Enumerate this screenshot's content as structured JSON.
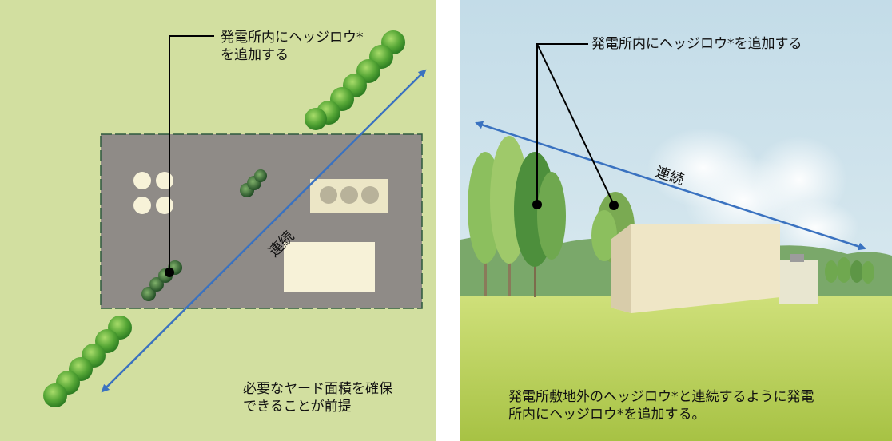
{
  "left_panel": {
    "callout": "発電所内にヘッジロウ*\nを追加する",
    "continuity": "連続",
    "note": "必要なヤード面積を確保\nできることが前提"
  },
  "right_panel": {
    "callout": "発電所内にヘッジロウ*を追加する",
    "continuity": "連続",
    "caption": "発電所敷地外のヘッジロウ*と連続するように発電\n所内にヘッジロウ*を追加する。"
  },
  "colors": {
    "left_background": "#d2dfa0",
    "yard": "#8f8b87",
    "fence": "#2e5a3e",
    "tank": "#f7f2d8",
    "arrow": "#3a72c0",
    "sky": "#cfe3ee",
    "grass": "#b4cd50"
  }
}
